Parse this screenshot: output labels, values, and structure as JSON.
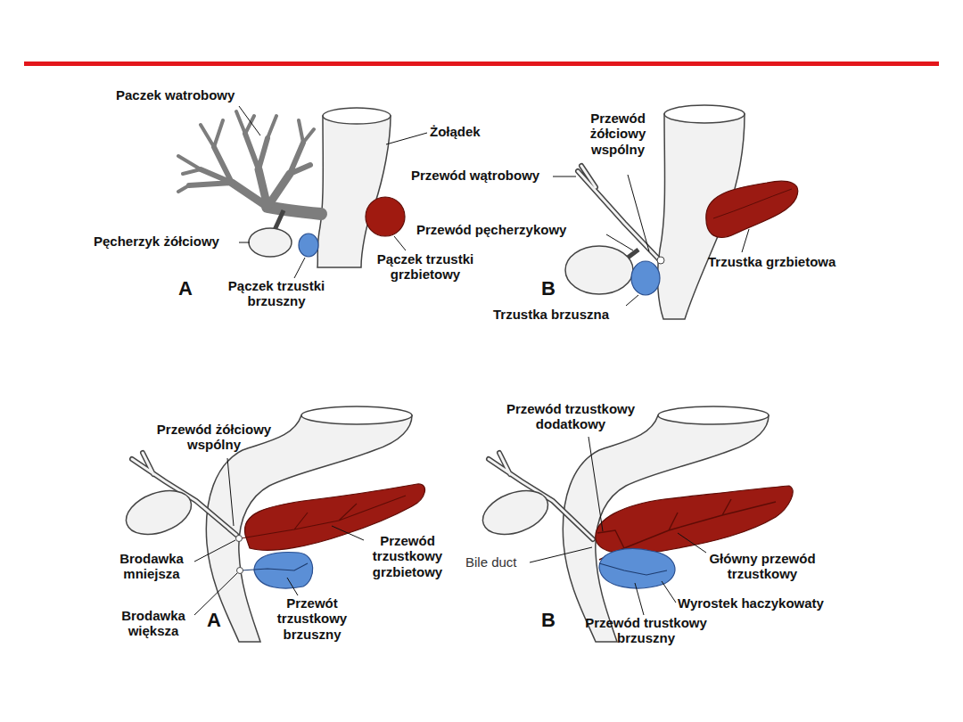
{
  "diagram": {
    "labels": [
      "Paczek watrobowy",
      "Żołądek",
      "Pęcherzyk żółciowy",
      "Pączek trzustki brzuszny",
      "Pączek trzustki grzbietowy",
      "A",
      "Przewód żółciowy wspólny",
      "Przewód wątrobowy",
      "Przewód pęcherzykowy",
      "Trzustka grzbietowa",
      "Trzustka brzuszna",
      "B",
      "Przewód żółciowy wspólny",
      "Brodawka mniejsza",
      "Brodawka większa",
      "Przewód trzustkowy grzbietowy",
      "Przewót trzustkowy brzuszny",
      "A",
      "Przewód trzustkowy dodatkowy",
      "Bile duct",
      "Główny przewód trzustkowy",
      "Wyrostek haczykowaty",
      "Przewód trustkowy brzuszny",
      "B"
    ]
  }
}
